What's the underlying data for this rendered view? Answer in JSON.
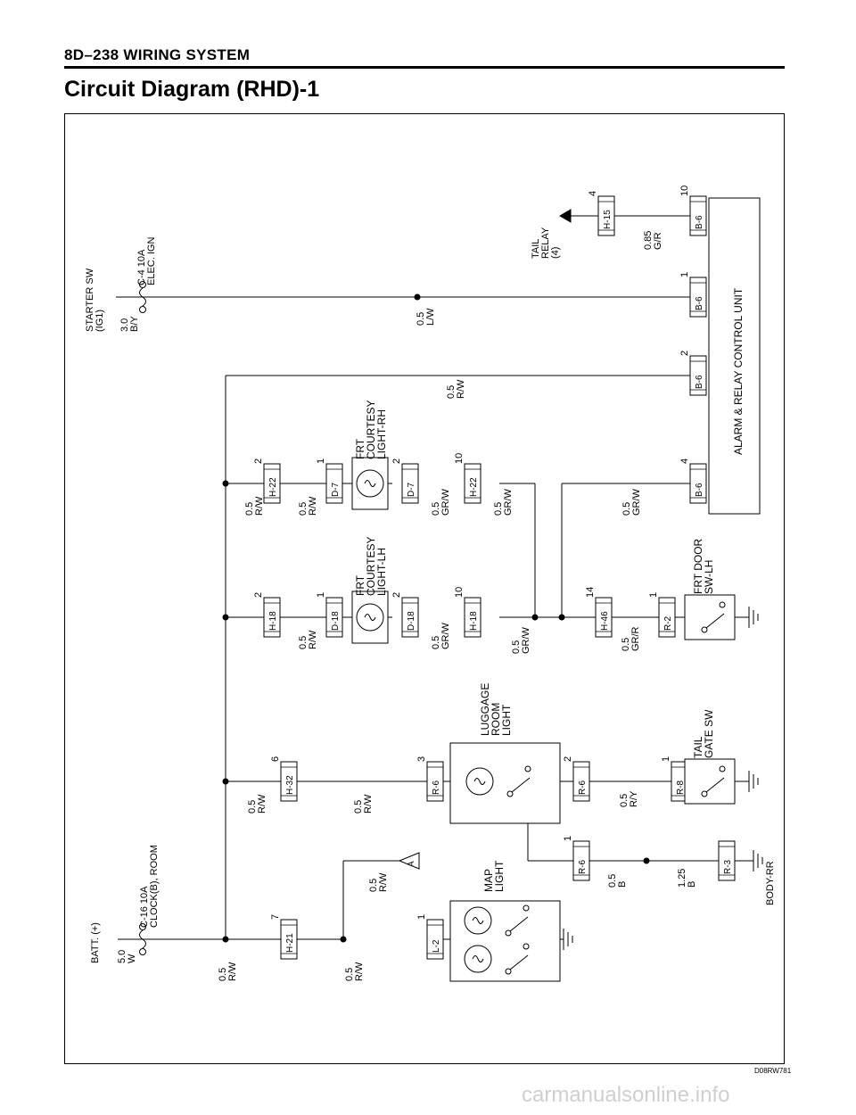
{
  "header": {
    "section": "8D–238   WIRING SYSTEM",
    "title": "Circuit Diagram (RHD)-1",
    "code": "D08RW781"
  },
  "watermark": "carmanualsonline.info",
  "sources": {
    "batt": "BATT. (+)",
    "batt_wire": [
      "5.0",
      "W"
    ],
    "batt_fuse": [
      "C-16 10A",
      "CLOCK(B), ROOM"
    ],
    "starter": [
      "STARTER SW",
      "(IG1)"
    ],
    "starter_wire": [
      "3.0",
      "B/Y"
    ],
    "starter_fuse": [
      "C-4 10A",
      "ELEC. IGN"
    ],
    "tail_relay": [
      "TAIL",
      "RELAY",
      "(4)"
    ]
  },
  "connectors": {
    "h21": "H-21",
    "h32": "H-32",
    "h18": "H-18",
    "h22": "H-22",
    "d18a": "D-18",
    "d18b": "D-18",
    "d7a": "D-7",
    "d7b": "D-7",
    "h18b": "H-18",
    "h22b": "H-22",
    "l2": "L-2",
    "r6a": "R-6",
    "r6b": "R-6",
    "r6c": "R-6",
    "r8": "R-8",
    "r3": "R-3",
    "h46": "H-46",
    "r2": "R-2",
    "b6a": "B-6",
    "b6b": "B-6",
    "b6c": "B-6",
    "b6d": "B-6",
    "h15": "H-15"
  },
  "pins": {
    "h21": "7",
    "h32": "6",
    "h18": "2",
    "h22": "2",
    "d18a": "1",
    "d7a": "1",
    "d18b": "2",
    "d7b": "2",
    "h18b": "10",
    "h22b": "10",
    "l2": "1",
    "r6a": "3",
    "r6b": "2",
    "r6c": "1",
    "r8": "1",
    "h46": "14",
    "r2": "1",
    "b6_4": "4",
    "b6_2": "2",
    "b6_1": "1",
    "b6_10": "10",
    "h15": "4"
  },
  "wires": {
    "w1": [
      "0.5",
      "R/W"
    ],
    "w2": [
      "0.5",
      "R/W"
    ],
    "w3": [
      "0.5",
      "R/W"
    ],
    "w4": [
      "0.5",
      "R/W"
    ],
    "w5": [
      "0.5",
      "R/W"
    ],
    "w6": [
      "0.5",
      "R/W"
    ],
    "w7": [
      "0.5",
      "R/W"
    ],
    "w8": [
      "0.5",
      "R/W"
    ],
    "w9": [
      "0.5",
      "GR/W"
    ],
    "w10": [
      "0.5",
      "GR/W"
    ],
    "w11": [
      "0.5",
      "GR/W"
    ],
    "w12": [
      "0.5",
      "GR/W"
    ],
    "w13": [
      "0.5",
      "GR/W"
    ],
    "w14": [
      "0.5",
      "B"
    ],
    "w15": [
      "1.25",
      "B"
    ],
    "w16": [
      "0.5",
      "R/Y"
    ],
    "w17": [
      "0.5",
      "GR/R"
    ],
    "w18": [
      "0.5",
      "R/W"
    ],
    "w19": [
      "0.5",
      "L/W"
    ],
    "w20": [
      "0.85",
      "G/R"
    ],
    "w21": [
      "0.5",
      "GR/W"
    ],
    "w22": [
      "0.5",
      "R/W"
    ]
  },
  "components": {
    "map_light": [
      "MAP",
      "LIGHT"
    ],
    "luggage": [
      "LUGGAGE",
      "ROOM",
      "LIGHT"
    ],
    "tail_gate": [
      "TAIL",
      "GATE SW"
    ],
    "courtesy_lh": [
      "FRT",
      "COURTESY",
      "LIGHT-LH"
    ],
    "courtesy_rh": [
      "FRT",
      "COURTESY",
      "LIGHT-RH"
    ],
    "door_sw": [
      "FRT DOOR",
      "SW-LH"
    ],
    "alarm_unit": "ALARM & RELAY CONTROL UNIT",
    "body_ground": "BODY-RR",
    "ref_a": "A"
  }
}
